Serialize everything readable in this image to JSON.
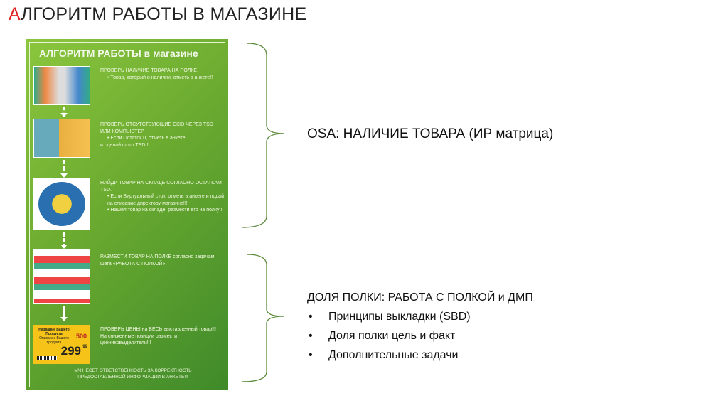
{
  "slide": {
    "title_first": "А",
    "title_rest": "ЛГОРИТМ РАБОТЫ В МАГАЗИНЕ",
    "title_color": "#e02020"
  },
  "poster": {
    "title": "АЛГОРИТМ РАБОТЫ в магазине",
    "steps": [
      {
        "heading": "ПРОВЕРЬ НАЛИЧИЕ ТОВАРА НА ПОЛКЕ.",
        "bullets": [
          "Товар, который в наличии, отметь в анкете!!"
        ],
        "extra": ""
      },
      {
        "heading": "ПРОВЕРЬ ОТСУТСТВУЮЩИЕ СКЮ ЧЕРЕЗ TSD ИЛИ КОМПЬЮТЕР.",
        "bullets": [
          "Если Остаток 0, отметь в анкете"
        ],
        "extra": "и сделай фото TSD!!!"
      },
      {
        "heading": "НАЙДИ ТОВАР НА СКЛАДЕ СОГЛАСНО ОСТАТКАМ TSD.",
        "bullets": [
          "Если Виртуальный сток, отметь в анкете и подай на списание директору магазина!!!",
          "Нашел товар на складе, размести его на полку!!!"
        ],
        "extra": ""
      },
      {
        "heading": "РАЗМЕСТИ ТОВАР НА ПОЛКЕ согласно задачам шага «РАБОТА С ПОЛКОЙ»",
        "bullets": [],
        "extra": ""
      },
      {
        "heading": "ПРОВЕРЬ ЦЕНЫ на ВЕСЬ выставленный товар!!!",
        "bullets": [],
        "extra": "На сниженные позиции размести ценниковыделители!!!"
      }
    ],
    "price_tag": {
      "name": "Название Вашего Продукта",
      "desc": "Описание Вашего продукта",
      "old_price": "500",
      "price": "299",
      "cents": "99"
    },
    "footer": "МЧ НЕСЕТ ОТВЕТСТВЕННОСТЬ ЗА КОРРЕКТНОСТЬ ПРЕДОСТАВЛЕННОЙ ИНФОРМАЦИИ В АНКЕТЕ!!!"
  },
  "right": {
    "osa": "OSA: НАЛИЧИЕ ТОВАРА (ИР матрица)",
    "dolya_heading": "ДОЛЯ ПОЛКИ: РАБОТА С ПОЛКОЙ и ДМП",
    "dolya_items": [
      "Принципы выкладки (SBD)",
      "Доля полки цель и факт",
      "Дополнительные задачи"
    ]
  }
}
